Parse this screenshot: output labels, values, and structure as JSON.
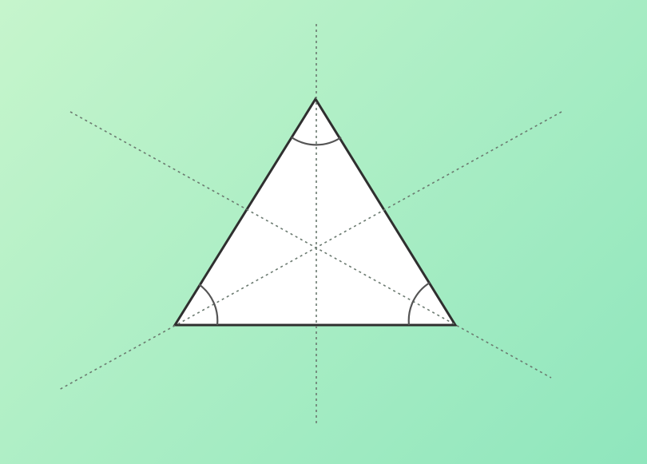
{
  "diagram": {
    "shape": "equilateral-triangle",
    "angle_marks": 3,
    "symmetry_lines": 3,
    "colors": {
      "background_start": "#c6f5cc",
      "background_end": "#8fe6bd",
      "triangle_fill": "#ffffff",
      "triangle_stroke": "#2f2f2f",
      "angle_arc_stroke": "#555555",
      "symmetry_line_stroke": "#6b7a70"
    }
  }
}
